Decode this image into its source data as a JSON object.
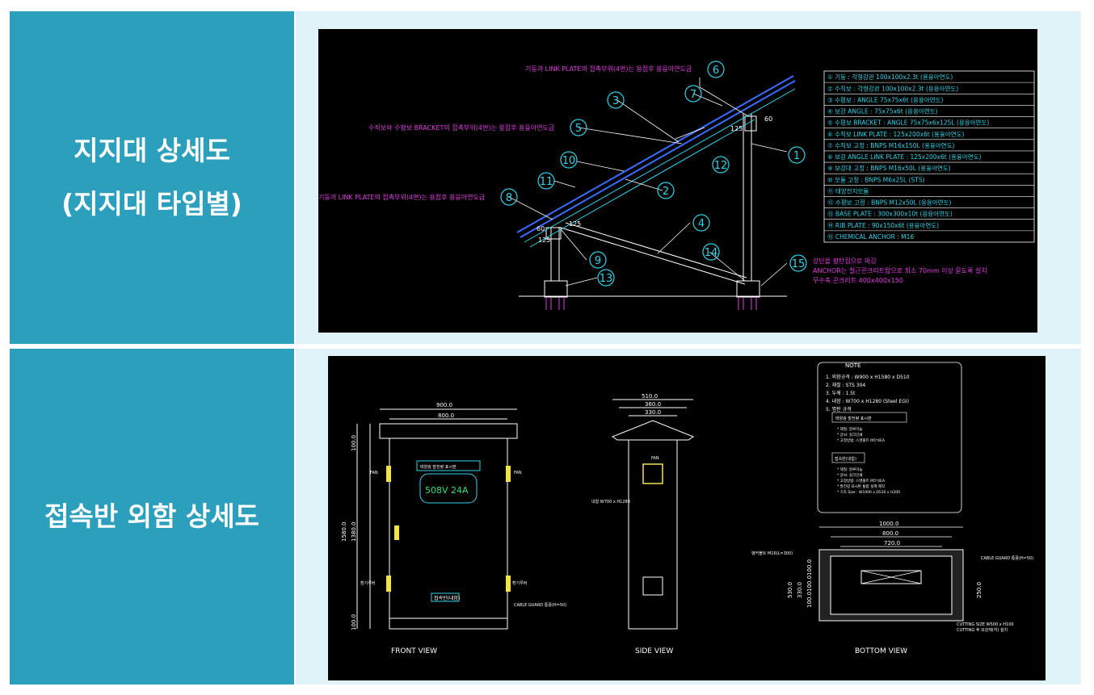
{
  "sections": [
    {
      "label_lines": [
        "지지대 상세도",
        "(지지대 타입별)"
      ]
    },
    {
      "label_lines": [
        "접속반 외함 상세도"
      ]
    }
  ],
  "colors": {
    "panel": "#2b9fbc",
    "panel_light": "#dff3f8",
    "cad_bg": "#000000",
    "cad_line": "#ffffff",
    "cad_cyan": "#2fd3e8",
    "cad_magenta": "#e03ce0",
    "cad_blue": "#3a6dff"
  },
  "drawing1": {
    "legend": [
      "① 기둥 : 각형강관 100x100x2.3t (용융아연도)",
      "② 수직보 : 각형강관 100x100x2.3t (용융아연도)",
      "③ 수평보 : ANGLE 75x75x6t (용융아연도)",
      "④ 보강 ANGLE : 75x75x6t (용융아연도)",
      "⑤ 수평보 BRACKET : ANGLE 75x75x6x125L (용융아연도)",
      "⑥ 수직보 LINK PLATE : 125x200x6t (용융아연도)",
      "⑦ 수직보 고정 : BNPS M16x150L (용융아연도)",
      "⑧ 보강 ANGLE LINK PLATE : 125x200x6t (용융아연도)",
      "⑨ 보강대 고정 : BNPS M16x50L (용융아연도)",
      "⑩ 모듈 고정 : BNPS M6x25L (STS)",
      "⑪ 태양전지모듈",
      "⑫ 수평보 고정 : BNPS M12x50L (용융아연도)",
      "⑬ BASE PLATE : 300x300x10t (용융아연도)",
      "⑭ RIB PLATE : 90x150x6t (용융아연도)",
      "⑮ CHEMICAL ANCHOR : M16"
    ],
    "notes": {
      "top": "기둥과 LINK PLATE의 접촉부위(4면)는 용접후 용융아연도금",
      "mid": "수직보와 수평보 BRACKET의 접촉부위(4면)는 용접후 용융아연도금",
      "left": "기둥과 LINK PLATE의 접촉부위(4면)는 용접후 용융아연도금",
      "bottom": [
        "상단을 평탄접으로 마감",
        "ANCHOR는 철근콘크리트탑으로 최소 70mm 이상 묻도록 설치",
        "무수축 콘크리트 400x400x150"
      ]
    },
    "callouts": [
      "1",
      "2",
      "3",
      "4",
      "5",
      "6",
      "7",
      "8",
      "9",
      "10",
      "11",
      "12",
      "13",
      "14",
      "15"
    ],
    "dims": {
      "d60a": "60",
      "d125a": "125",
      "d125b": "125",
      "d125c": "125",
      "d60b": "60"
    }
  },
  "drawing2": {
    "front": {
      "view_label": "FRONT VIEW",
      "dim_w1": "900.0",
      "dim_w2": "800.0",
      "dim_h_total": "1580.0",
      "dim_h_top": "100.0",
      "dim_h_mid": "1380.0",
      "dim_h_bot": "100.0",
      "fan_l": "FAN",
      "fan_r": "FAN",
      "panel_title": "태양광 발전량 표시판",
      "display": "508V 24A",
      "side_l": "환기루버",
      "side_r": "환기루버",
      "plate": "접속반(내함)",
      "cable": "CABLE GUARD 통풍(H=50)"
    },
    "side": {
      "view_label": "SIDE VIEW",
      "dim1": "510.0",
      "dim2": "360.0",
      "dim3": "330.0",
      "note": "내함 W700 x H1280",
      "fan": "FAN"
    },
    "bottom": {
      "view_label": "BOTTOM VIEW",
      "dim1": "1000.0",
      "dim2": "800.0",
      "dim3": "720.0",
      "dim_l1": "530.0",
      "dim_l2": "330.0",
      "dim_l3": "100.0",
      "dim_l4": "100.0",
      "dim_l5": "100.0",
      "dim_r": "250.0",
      "label_l": "앵커볼트 M16(L=300)",
      "label_r": "CABLE GUARD 통풍(H=50)",
      "cutting1": "CUTTING SIZE W500 x H100",
      "cutting2": "CUTTING 후 보강재(각) 설치"
    },
    "note_box": {
      "title": "NOTE",
      "items": [
        "1. 외함규격 : W900 x H1580 x D510",
        "2. 재질 : STS 304",
        "3. 두께 : 1.5t",
        "4. 내함 : W700 x H1280 (Steel EGI)",
        "5. 명판 규격"
      ],
      "box1": "태양광 발전량 표시판",
      "box1_items": [
        "* 재질: 알루미늄",
        "* 글씨: 실크인쇄",
        "* 고정방법: 스텐볼트 M5*4EA"
      ],
      "box2": "접속반(내함)",
      "box2_items": [
        "* 재질: 알루미늄",
        "* 글씨: 실크인쇄",
        "* 고정방법: 스텐볼트 M5*4EA",
        "* 발전량 표시판 통합 설계 제작",
        "* 기초 Size : W1000 x D530 x H200"
      ]
    }
  }
}
